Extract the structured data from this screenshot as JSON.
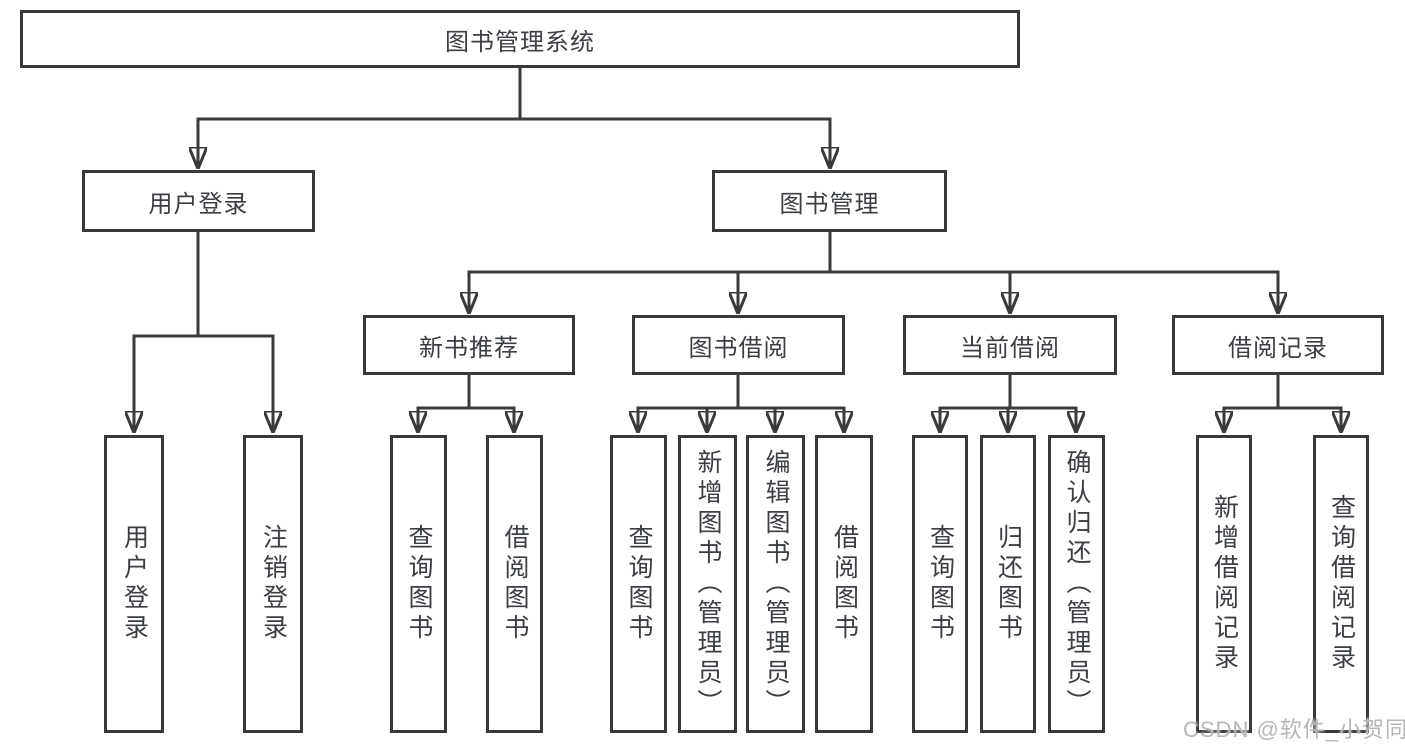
{
  "diagram": {
    "title": "图书管理系统",
    "colors": {
      "line": "#3a3a3c",
      "text": "#3b3e42",
      "border": "#39393b",
      "background": "#ffffff",
      "watermark": "#b4b6b8"
    },
    "root": {
      "label": "图书管理系统"
    },
    "level2": [
      {
        "label": "用户登录"
      },
      {
        "label": "图书管理"
      }
    ],
    "level3": [
      {
        "label": "新书推荐",
        "parent": "图书管理"
      },
      {
        "label": "图书借阅",
        "parent": "图书管理"
      },
      {
        "label": "当前借阅",
        "parent": "图书管理"
      },
      {
        "label": "借阅记录",
        "parent": "图书管理"
      }
    ],
    "leaves": [
      {
        "label": "用户登录",
        "parent": "用户登录"
      },
      {
        "label": "注销登录",
        "parent": "用户登录"
      },
      {
        "label": "查询图书",
        "parent": "新书推荐"
      },
      {
        "label": "借阅图书",
        "parent": "新书推荐"
      },
      {
        "label": "查询图书",
        "parent": "图书借阅"
      },
      {
        "label": "新增图书（管理员）",
        "parent": "图书借阅"
      },
      {
        "label": "编辑图书（管理员）",
        "parent": "图书借阅"
      },
      {
        "label": "借阅图书",
        "parent": "图书借阅"
      },
      {
        "label": "查询图书",
        "parent": "当前借阅"
      },
      {
        "label": "归还图书",
        "parent": "当前借阅"
      },
      {
        "label": "确认归还（管理员）",
        "parent": "当前借阅"
      },
      {
        "label": "新增借阅记录",
        "parent": "借阅记录"
      },
      {
        "label": "查询借阅记录",
        "parent": "借阅记录"
      }
    ],
    "watermark": "CSDN @软件_小贺同学"
  }
}
